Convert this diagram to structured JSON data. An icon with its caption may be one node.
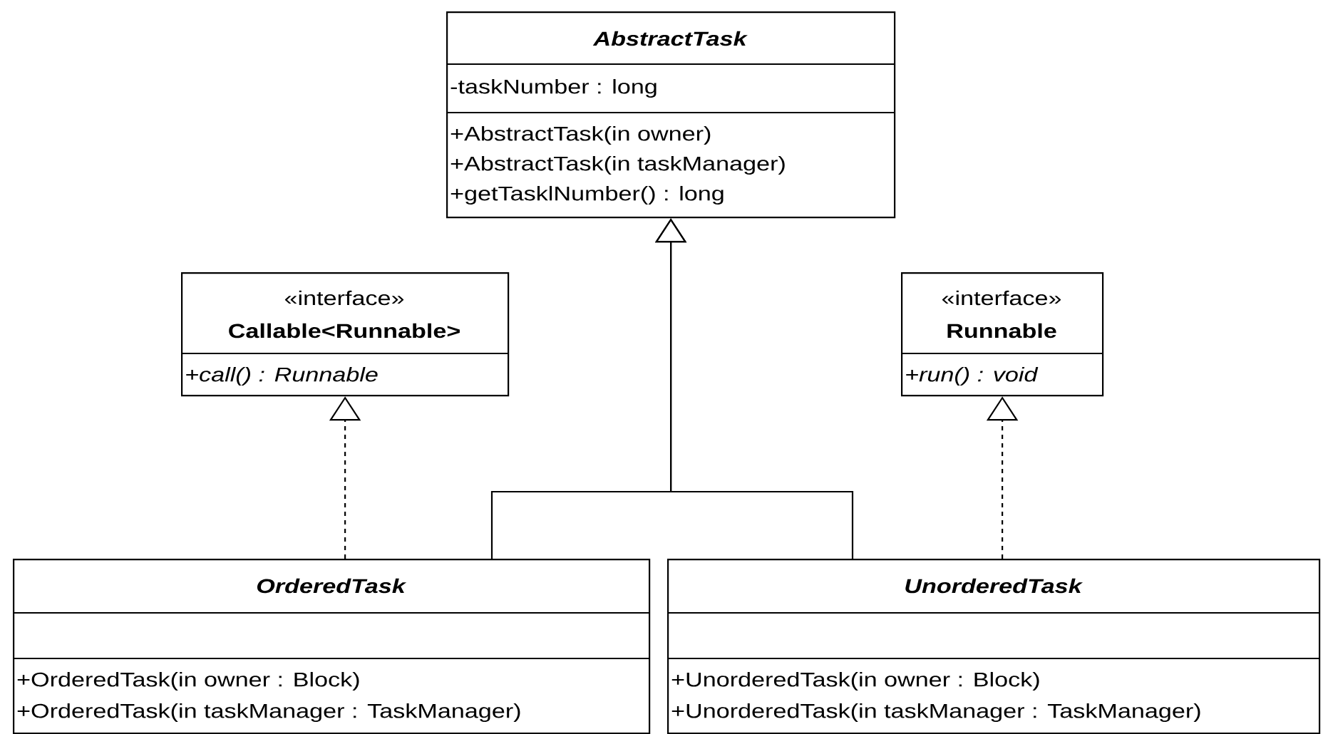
{
  "diagram": {
    "nodes": [
      {
        "text": [
          "AbstractTask",
          "-taskNumber : long",
          "+AbstractTask(in owner)",
          "+AbstractTask(in taskManager)",
          "+getTasklNumber() : long"
        ]
      },
      {
        "text": [
          "«interface»",
          "Callable<Runnable>",
          "+call() : Runnable"
        ]
      },
      {
        "text": [
          "«interface»",
          "Runnable",
          "+run() : void"
        ]
      },
      {
        "text": [
          "OrderedTask",
          "+OrderedTask(in owner : Block)",
          "+OrderedTask(in taskManager : TaskManager)"
        ]
      },
      {
        "text": [
          "UnorderedTask",
          "+UnorderedTask(in owner : Block)",
          "+UnorderedTask(in taskManager : TaskManager)"
        ]
      }
    ],
    "edges": [
      {
        "from": 3,
        "to": 0,
        "arrow": "to"
      },
      {
        "from": 4,
        "to": 0,
        "arrow": "to"
      },
      {
        "from": 3,
        "to": 1,
        "arrow": "to",
        "style": "dashed"
      },
      {
        "from": 4,
        "to": 2,
        "arrow": "to",
        "style": "dashed"
      }
    ]
  }
}
